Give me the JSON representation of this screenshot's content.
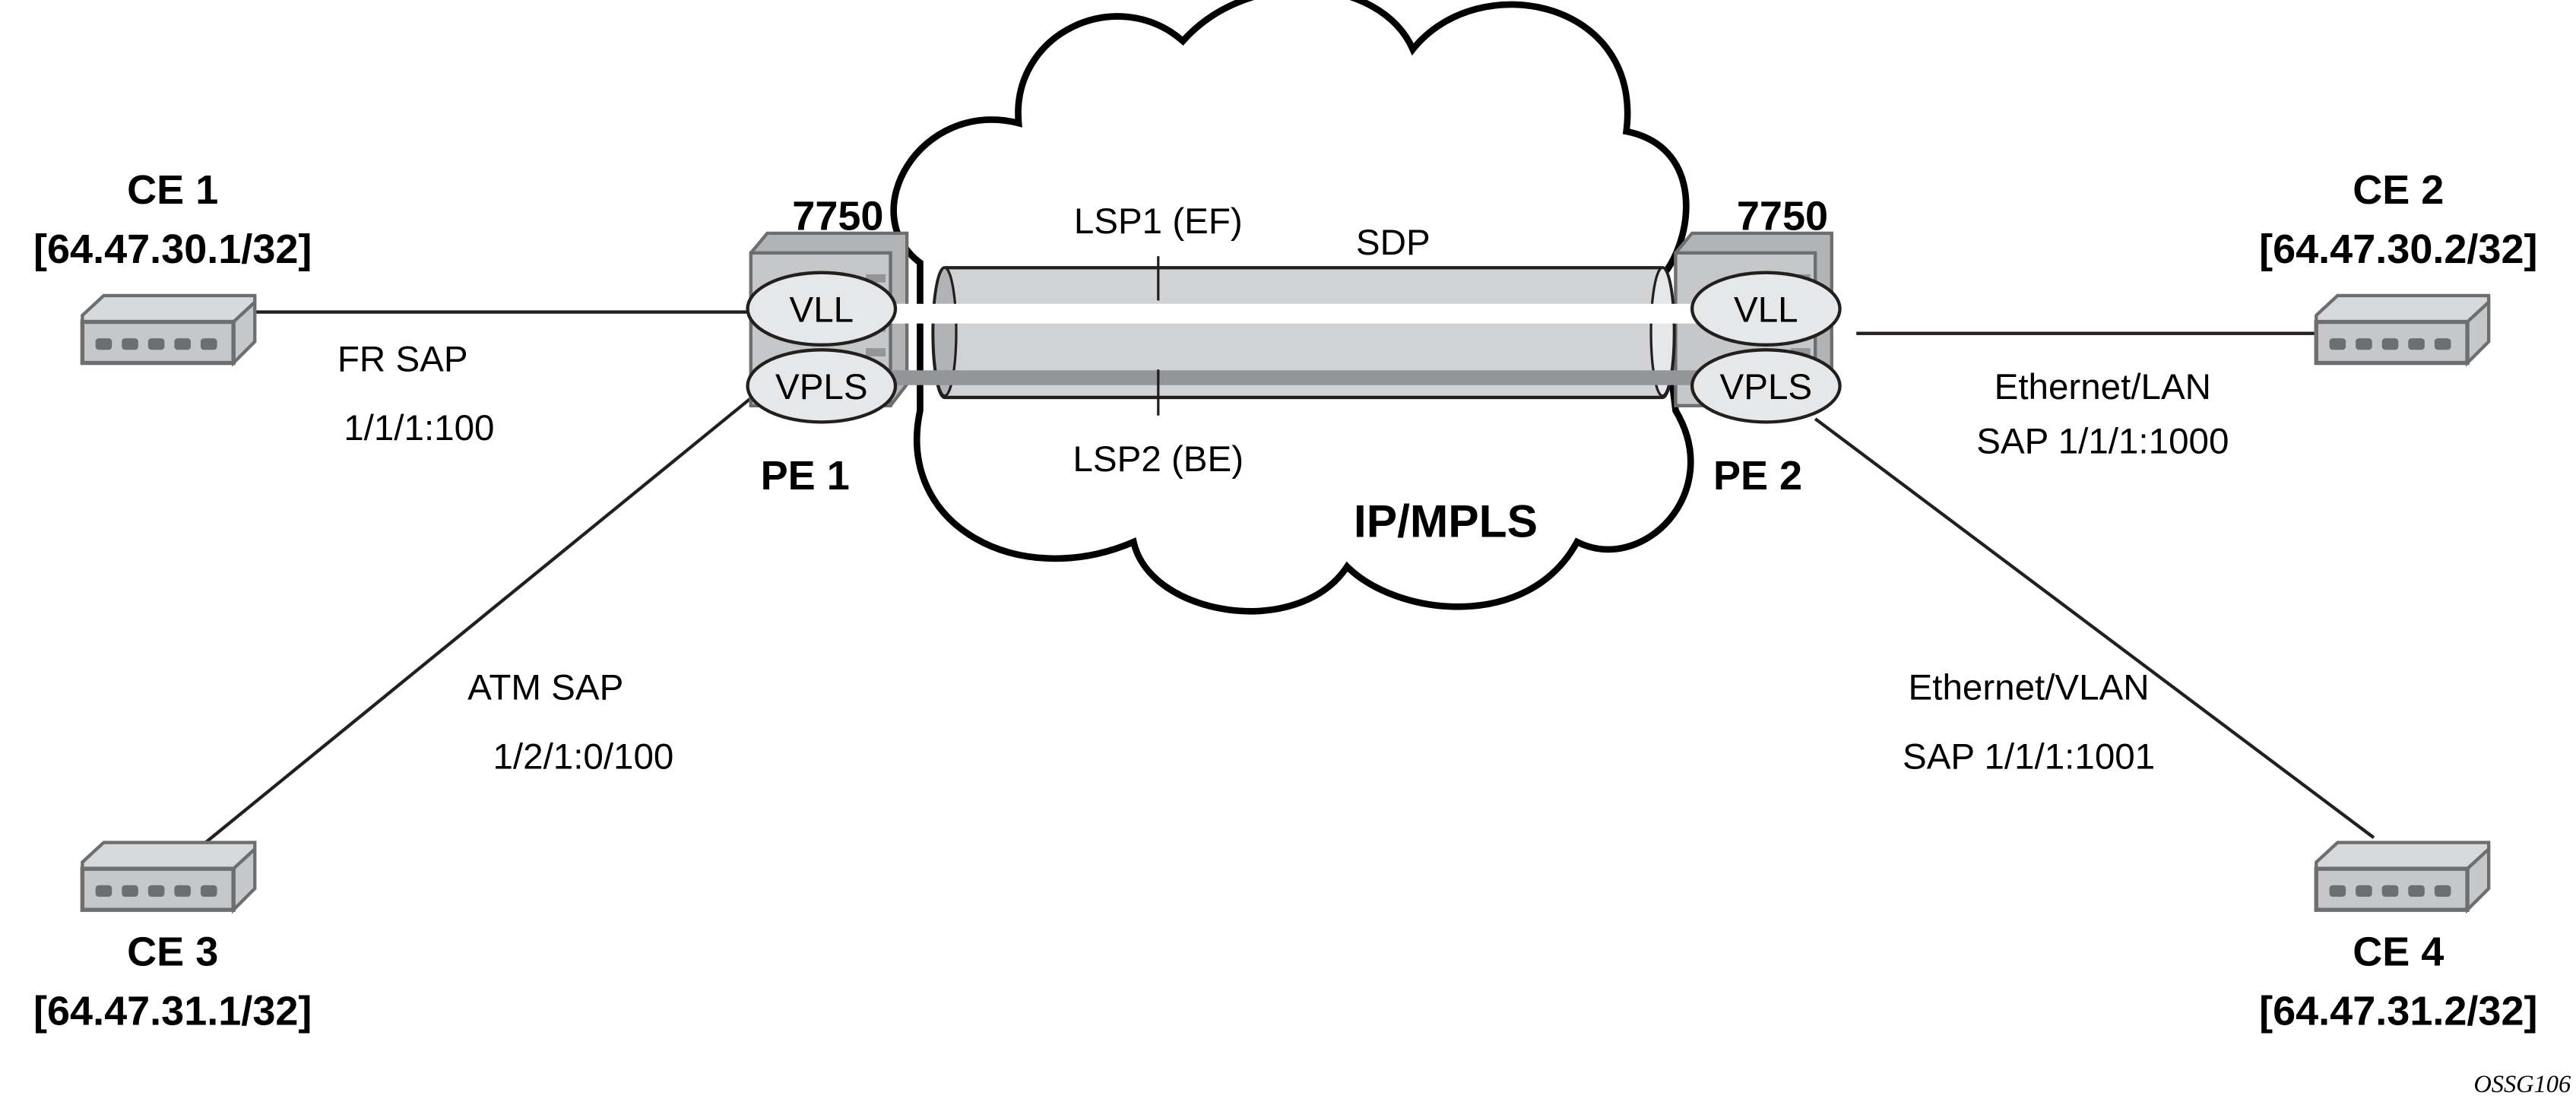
{
  "nodes": {
    "ce1": {
      "name": "CE 1",
      "ip": "[64.47.30.1/32]"
    },
    "ce2": {
      "name": "CE 2",
      "ip": "[64.47.30.2/32]"
    },
    "ce3": {
      "name": "CE 3",
      "ip": "[64.47.31.1/32]"
    },
    "ce4": {
      "name": "CE 4",
      "ip": "[64.47.31.2/32]"
    },
    "pe1": {
      "name": "PE 1",
      "model": "7750",
      "service1": "VLL",
      "service2": "VPLS"
    },
    "pe2": {
      "name": "PE 2",
      "model": "7750",
      "service1": "VLL",
      "service2": "VPLS"
    }
  },
  "links": {
    "ce1_pe1": {
      "line1": "FR SAP",
      "line2": "1/1/1:100"
    },
    "ce3_pe1": {
      "line1": "ATM SAP",
      "line2": "1/2/1:0/100"
    },
    "pe2_ce2": {
      "line1": "Ethernet/LAN",
      "line2": "SAP 1/1/1:1000"
    },
    "pe2_ce4": {
      "line1": "Ethernet/VLAN",
      "line2": "SAP 1/1/1:1001"
    }
  },
  "tunnel": {
    "sdp": "SDP",
    "lsp1": "LSP1 (EF)",
    "lsp2": "LSP2 (BE)"
  },
  "cloud": {
    "label": "IP/MPLS"
  },
  "figure_id": "OSSG106",
  "colors": {
    "device_fill": "#c6c7c9",
    "device_stroke": "#6d6e70",
    "tube": "#d1d2d4",
    "lsp2": "#939598",
    "ellipse": "#e6e7e8"
  }
}
